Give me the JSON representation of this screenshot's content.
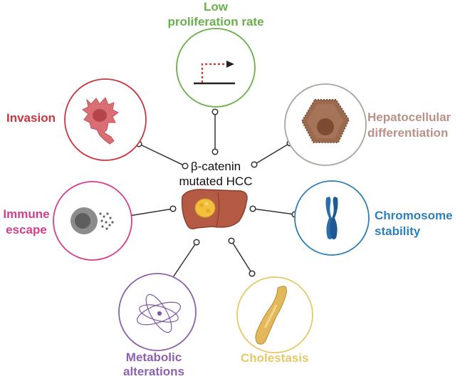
{
  "center": {
    "line1": "β-catenin",
    "line2": "mutated HCC",
    "icon": "liver-with-tumor-icon"
  },
  "features": [
    {
      "id": "low-proliferation",
      "line1": "Low",
      "line2": "proliferation rate",
      "color": "#6ab04c",
      "icon": "transcription-arrow-icon"
    },
    {
      "id": "hepatocellular-differentiation",
      "line1": "Hepatocellular",
      "line2": "differentiation",
      "color": "#b9918a",
      "icon": "hepatocyte-icon"
    },
    {
      "id": "chromosome-stability",
      "line1": "Chromosome",
      "line2": "stability",
      "color": "#2f7fba",
      "icon": "chromosome-icon"
    },
    {
      "id": "cholestasis",
      "line1": "Cholestasis",
      "line2": "",
      "color": "#e8c867",
      "icon": "bile-duct-icon"
    },
    {
      "id": "metabolic-alterations",
      "line1": "Metabolic",
      "line2": "alterations",
      "color": "#8b62b0",
      "icon": "metabolism-orbit-icon"
    },
    {
      "id": "immune-escape",
      "line1": "Immune",
      "line2": "escape",
      "color": "#d43f8d",
      "icon": "immune-cell-icon"
    },
    {
      "id": "invasion",
      "line1": "Invasion",
      "line2": "",
      "color": "#c9373f",
      "icon": "invasive-cell-icon"
    }
  ]
}
